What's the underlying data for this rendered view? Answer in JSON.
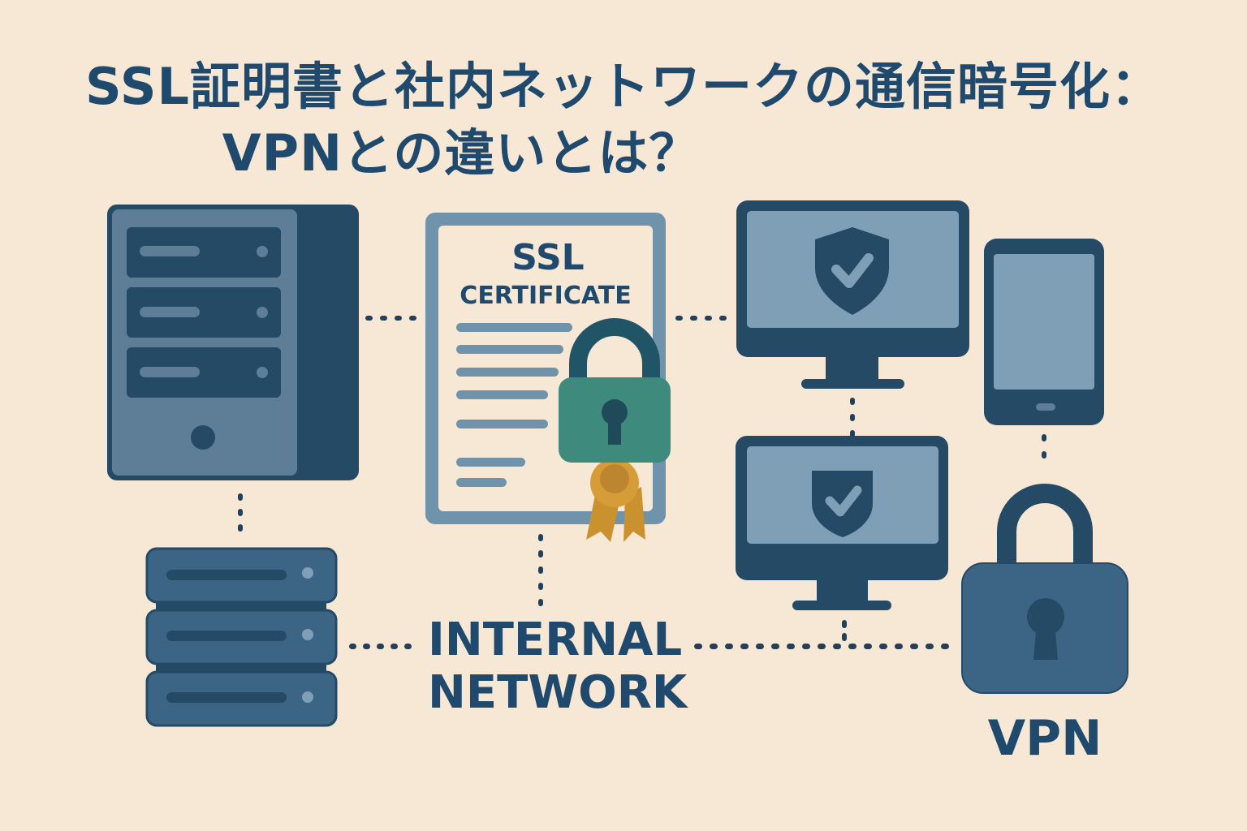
{
  "title": {
    "line1": "SSL証明書と社内ネットワークの通信暗号化：",
    "line2": "VPNとの違いとは？"
  },
  "certificate": {
    "heading": "SSL",
    "subheading": "CERTIFICATE"
  },
  "labels": {
    "internal_network_line1": "INTERNAL",
    "internal_network_line2": "NETWORK",
    "vpn": "VPN"
  },
  "colors": {
    "background": "#f7e8d6",
    "navy": "#254a66",
    "steel": "#5e7d96",
    "screen": "#7e9fb6",
    "lock_green": "#3e8a7c",
    "ribbon_gold": "#c9922f",
    "text": "#1f4a6e"
  },
  "icons": [
    "server-tower-icon",
    "ssl-certificate-icon",
    "padlock-icon",
    "ribbon-seal-icon",
    "monitor-shield-icon",
    "tablet-icon",
    "rack-server-icon",
    "vpn-padlock-icon",
    "shield-check-icon"
  ]
}
